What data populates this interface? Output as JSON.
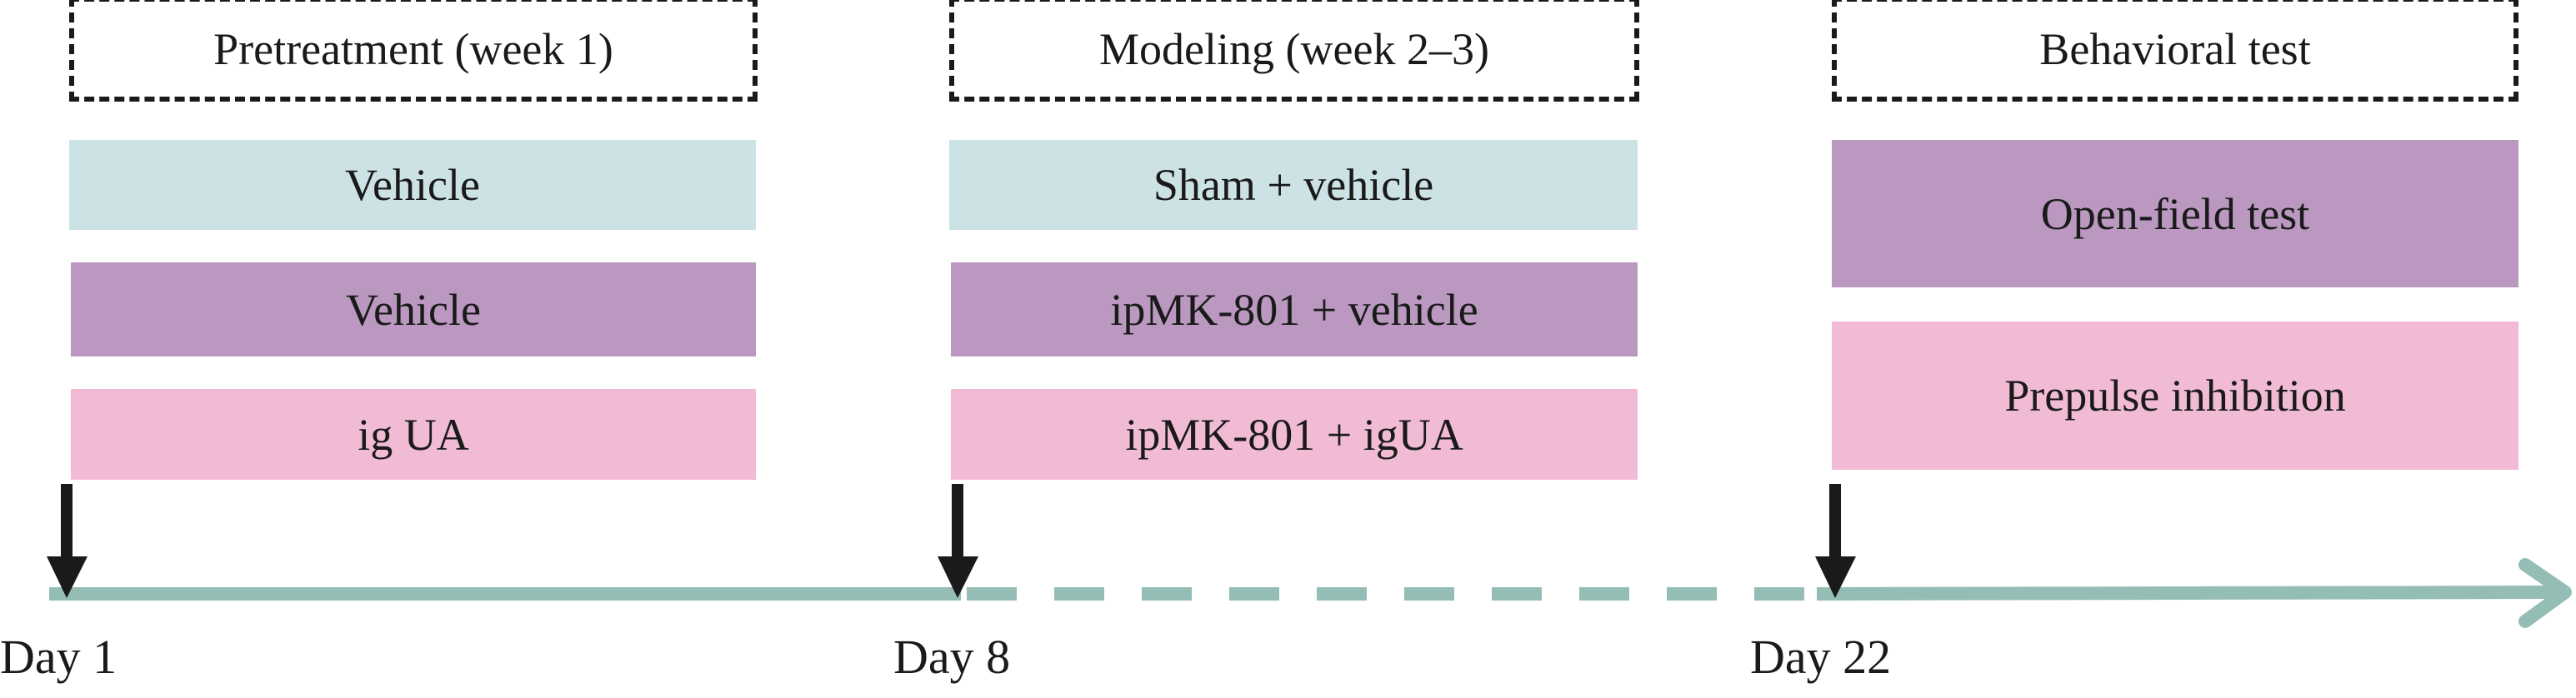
{
  "colors": {
    "cyan": "#cce2e4",
    "purple": "#ba98c0",
    "pink": "#f2bbd5",
    "timeline": "#94bdb5",
    "arrow": "#1a1a1a"
  },
  "phases": [
    {
      "header": "Pretreatment (week 1)",
      "groups": [
        "Vehicle",
        "Vehicle",
        "ig UA"
      ],
      "day_label": "Day 1"
    },
    {
      "header": "Modeling (week 2–3)",
      "groups": [
        "Sham + vehicle",
        "ipMK-801 + vehicle",
        "ipMK-801 + igUA"
      ],
      "day_label": "Day 8"
    },
    {
      "header": "Behavioral test",
      "groups": [
        "Open-field test",
        "Prepulse inhibition"
      ],
      "day_label": "Day 22"
    }
  ]
}
